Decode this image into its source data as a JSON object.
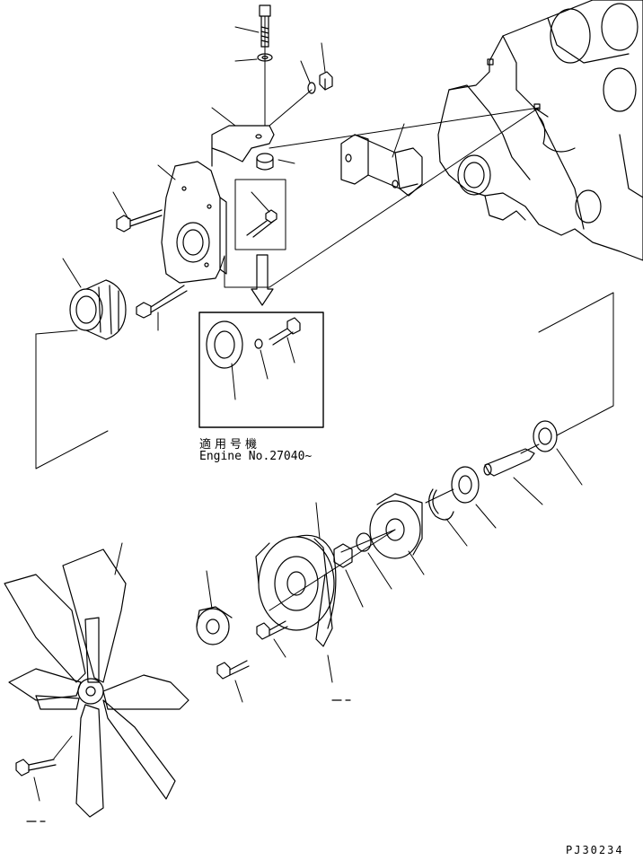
{
  "callout": {
    "line1": "適用号機",
    "line2": "Engine No.27040~"
  },
  "figure_code": "PJ30234",
  "colors": {
    "ink": "#000000",
    "paper": "#ffffff"
  },
  "parts": [
    {
      "name": "bolt-top-icon"
    },
    {
      "name": "washer-top-icon"
    },
    {
      "name": "nut-icon"
    },
    {
      "name": "lock-washer-icon"
    },
    {
      "name": "bracket-icon"
    },
    {
      "name": "spacer-icon"
    },
    {
      "name": "support-plate-icon"
    },
    {
      "name": "bolt-left-icon"
    },
    {
      "name": "bolt-detail-icon"
    },
    {
      "name": "bearing-housing-icon"
    },
    {
      "name": "long-bolt-icon"
    },
    {
      "name": "detail-gasket-icon"
    },
    {
      "name": "detail-washer-icon"
    },
    {
      "name": "detail-bolt-icon"
    },
    {
      "name": "pipe-bracket-icon"
    },
    {
      "name": "engine-block-icon"
    },
    {
      "name": "bearing-right-icon"
    },
    {
      "name": "shaft-icon"
    },
    {
      "name": "bearing-mid-icon"
    },
    {
      "name": "snap-ring-icon"
    },
    {
      "name": "hub-icon"
    },
    {
      "name": "washer-mid-icon"
    },
    {
      "name": "nut-mid-icon"
    },
    {
      "name": "pulley-icon"
    },
    {
      "name": "belt-icon"
    },
    {
      "name": "spacer-hub-icon"
    },
    {
      "name": "bolt-pulley-icon"
    },
    {
      "name": "bolt-spacer-icon"
    },
    {
      "name": "fan-icon"
    },
    {
      "name": "bolt-fan-icon"
    }
  ]
}
